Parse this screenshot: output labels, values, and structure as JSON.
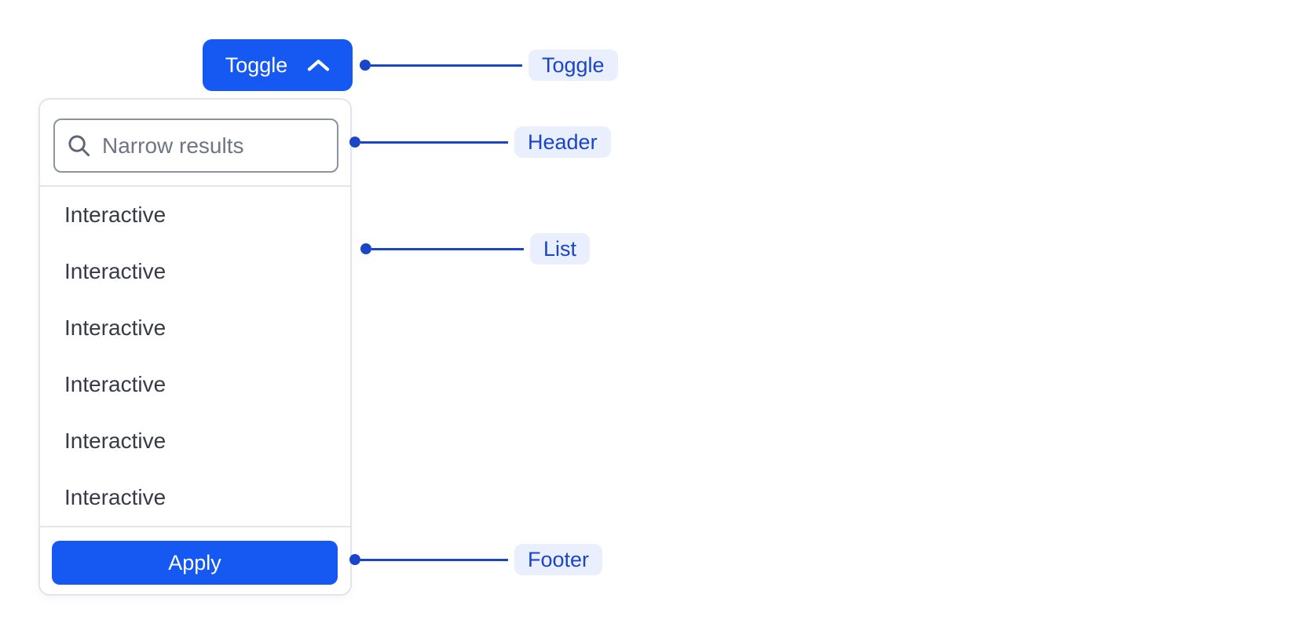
{
  "toggle": {
    "label": "Toggle",
    "chevron_icon": "chevron-up"
  },
  "panel": {
    "header": {
      "search_placeholder": "Narrow results",
      "search_value": "",
      "search_icon": "magnifier"
    },
    "list": {
      "items": [
        "Interactive",
        "Interactive",
        "Interactive",
        "Interactive",
        "Interactive",
        "Interactive"
      ]
    },
    "footer": {
      "apply_label": "Apply"
    }
  },
  "annotations": {
    "toggle": "Toggle",
    "header": "Header",
    "list": "List",
    "footer": "Footer"
  },
  "colors": {
    "accent_blue": "#1659F2",
    "annotation_blue": "#1A45C8",
    "annotation_pill_bg": "#E9EFFC",
    "list_text": "#363B47",
    "placeholder_text": "#6F7584",
    "input_border": "#8C92A0",
    "panel_border": "#E3E4E9",
    "divider": "#E5E6EA",
    "icon_gray": "#5E6673"
  }
}
